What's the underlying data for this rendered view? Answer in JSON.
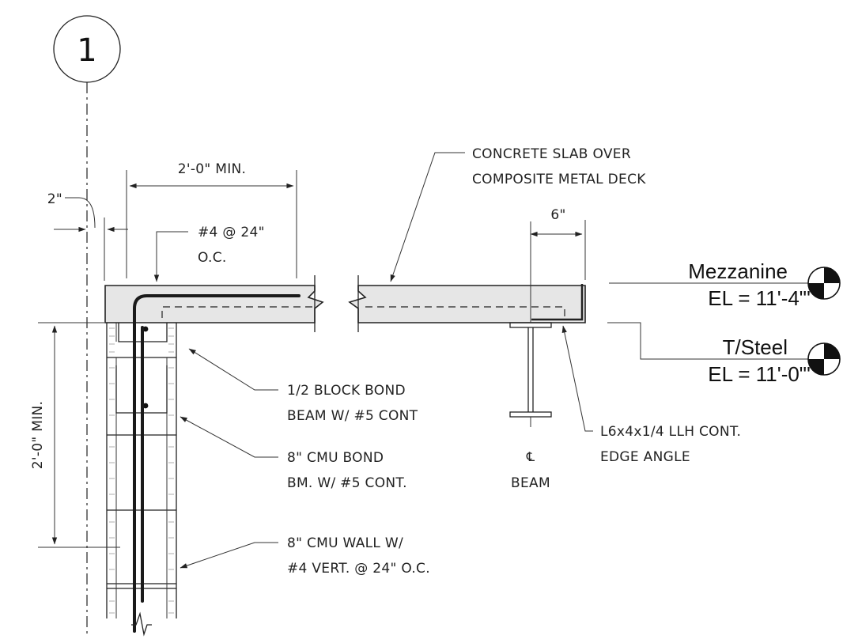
{
  "gridline": {
    "label": "1"
  },
  "slab_note": {
    "line1": "CONCRETE SLAB OVER",
    "line2": "COMPOSITE METAL DECK"
  },
  "dimensions": {
    "lap_length": "2'-0\" MIN.",
    "offset": "2\"",
    "angle_leg": "6\"",
    "vertical_extent": "2'-0\" MIN."
  },
  "rebar_note": {
    "line1": "#4 @ 24\"",
    "line2": "O.C."
  },
  "levels": {
    "mezzanine": {
      "name": "Mezzanine",
      "elevation": "EL = 11'-4\"'"
    },
    "steel": {
      "name": "T/Steel",
      "elevation": "EL = 11'-0\"'"
    }
  },
  "callouts": {
    "bond_beam_half": {
      "line1": "1/2 BLOCK BOND",
      "line2": "BEAM W/ #5 CONT"
    },
    "bond_beam_cmu": {
      "line1": "8\" CMU BOND",
      "line2": "BM. W/ #5 CONT."
    },
    "cmu_wall": {
      "line1": "8\" CMU WALL W/",
      "line2": "#4 VERT. @ 24\" O.C."
    },
    "edge_angle": {
      "line1": "L6x4x1/4 LLH CONT.",
      "line2": "EDGE ANGLE"
    }
  },
  "beam_label": {
    "symbol": "℄",
    "text": "BEAM"
  },
  "colors": {
    "slab_fill": "#e6e6e6",
    "ink": "#222222"
  }
}
